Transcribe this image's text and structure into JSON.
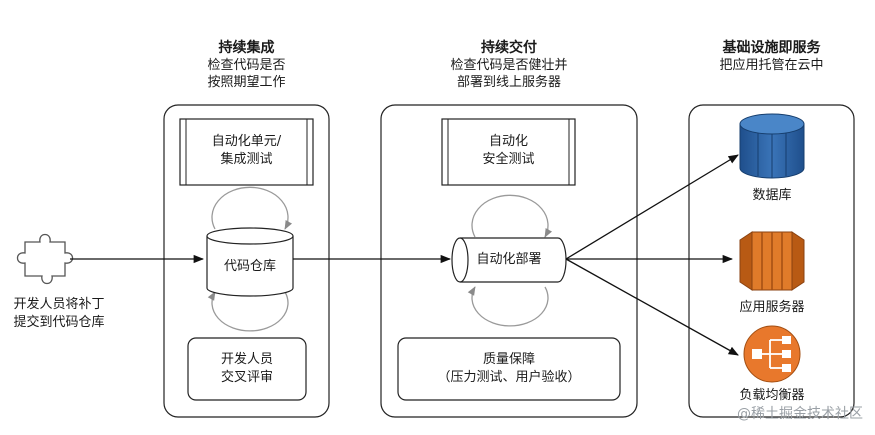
{
  "developer": {
    "icon": "puzzle-piece-icon",
    "caption_line1": "开发人员将补丁",
    "caption_line2": "提交到代码仓库"
  },
  "ci": {
    "title": "持续集成",
    "sub1": "检查代码是否",
    "sub2": "按照期望工作",
    "test_line1": "自动化单元/",
    "test_line2": "集成测试",
    "repo_label": "代码仓库",
    "review_line1": "开发人员",
    "review_line2": "交叉评审"
  },
  "cd": {
    "title": "持续交付",
    "sub1": "检查代码是否健壮并",
    "sub2": "部署到线上服务器",
    "test_line1": "自动化",
    "test_line2": "安全测试",
    "deploy_label": "自动化部署",
    "qa_line1": "质量保障",
    "qa_line2": "（压力测试、用户验收）"
  },
  "iaas": {
    "title": "基础设施即服务",
    "sub": "把应用托管在云中",
    "db_label": "数据库",
    "db_icon": "database-icon",
    "app_label": "应用服务器",
    "app_icon": "server-icon",
    "lb_label": "负载均衡器",
    "lb_icon": "load-balancer-icon"
  },
  "watermark": "@稀土掘金技术社区",
  "colors": {
    "db_blue": "#2b5e9e",
    "server_orange": "#e07b2a",
    "lb_orange": "#e8782c",
    "border": "#222222",
    "loop_gray": "#9a9a9a"
  }
}
